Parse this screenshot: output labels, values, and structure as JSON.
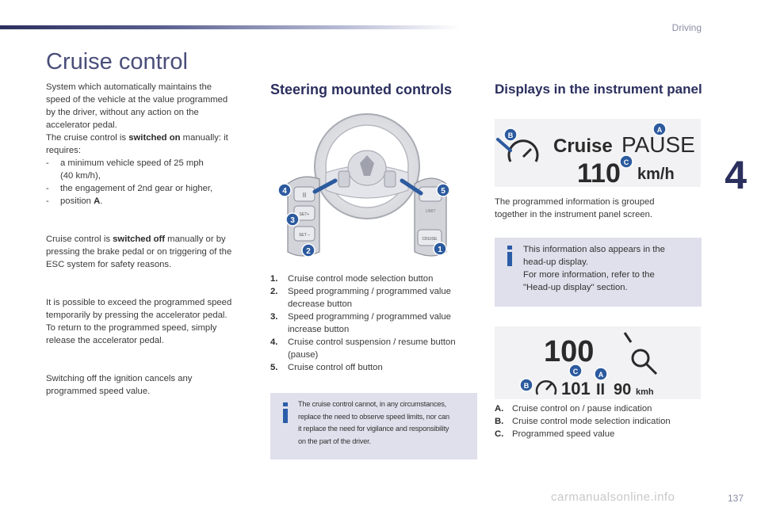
{
  "header": {
    "section": "Driving",
    "chapter": "4"
  },
  "footer": {
    "page_number": "137",
    "watermark": "carmanualsonline.info"
  },
  "title": "Cruise control",
  "left_column": {
    "intro_1": "System which automatically maintains the",
    "intro_2": "speed of the vehicle at the value programmed",
    "intro_3": "by the driver, without any action on the",
    "intro_4": "accelerator pedal.",
    "on_pre": "The cruise control is ",
    "on_bold": "switched on",
    "on_post": " manually: it",
    "requires": "requires:",
    "req_1a": "a minimum vehicle speed of 25 mph",
    "req_1b": "(40 km/h),",
    "req_2": "the engagement of 2nd gear or higher,",
    "req_3_pre": "position ",
    "req_3_bold": "A",
    "req_3_post": ".",
    "dash": "-",
    "off_pre": "Cruise control is ",
    "off_bold": "switched off",
    "off_post": " manually or by",
    "off_2": "pressing the brake pedal or on triggering of the",
    "off_3": "ESC system for safety reasons.",
    "exceed_1": "It is possible to exceed the programmed speed",
    "exceed_2": "temporarily by pressing the accelerator pedal.",
    "exceed_3": "To return to the programmed speed, simply",
    "exceed_4": "release the accelerator pedal.",
    "ign_1": "Switching off the ignition cancels any",
    "ign_2": "programmed speed value."
  },
  "steering": {
    "heading": "Steering mounted controls",
    "image_labels": {
      "set_plus": "SET+",
      "set_minus": "SET –",
      "limit": "LIMIT",
      "cruise": "CRUISE",
      "pause": "II"
    },
    "callouts": [
      "1",
      "2",
      "3",
      "4",
      "5"
    ],
    "items": [
      {
        "num": "1.",
        "line1": "Cruise control mode selection button",
        "line2": ""
      },
      {
        "num": "2.",
        "line1": "Speed programming / programmed value",
        "line2": "decrease button"
      },
      {
        "num": "3.",
        "line1": "Speed programming / programmed value",
        "line2": "increase button"
      },
      {
        "num": "4.",
        "line1": "Cruise control suspension / resume button",
        "line2": "(pause)"
      },
      {
        "num": "5.",
        "line1": "Cruise control off button",
        "line2": ""
      }
    ],
    "note": [
      "The cruise control cannot, in any circumstances,",
      "replace the need to observe speed limits, nor can",
      "it replace the need for vigilance and responsibility",
      "on the part of the driver."
    ]
  },
  "displays": {
    "heading": "Displays in the instrument panel",
    "cluster1": {
      "word1": "Cruise",
      "word2": "PAUSE",
      "speed": "110",
      "unit": "km/h",
      "labels": [
        "A",
        "B",
        "C"
      ]
    },
    "text_1": "The programmed information is grouped",
    "text_2": "together in the instrument panel screen.",
    "note": [
      "This information also appears in the",
      "head-up display.",
      "For more information, refer to the",
      "\"Head-up display\" section."
    ],
    "cluster2": {
      "speed_big": "100",
      "speed_set": "101",
      "pause": "II",
      "limit": "90",
      "unit": "kmh",
      "labels": [
        "A",
        "B",
        "C"
      ]
    },
    "legend": [
      {
        "key": "A.",
        "text": "Cruise control on / pause indication"
      },
      {
        "key": "B.",
        "text": "Cruise control mode selection indication"
      },
      {
        "key": "C.",
        "text": "Programmed speed value"
      }
    ]
  },
  "colors": {
    "navy": "#2b2f5e",
    "callout_blue": "#2c5a9e",
    "note_bg": "#dfe0eb",
    "info_icon": "#2b5ca8"
  }
}
